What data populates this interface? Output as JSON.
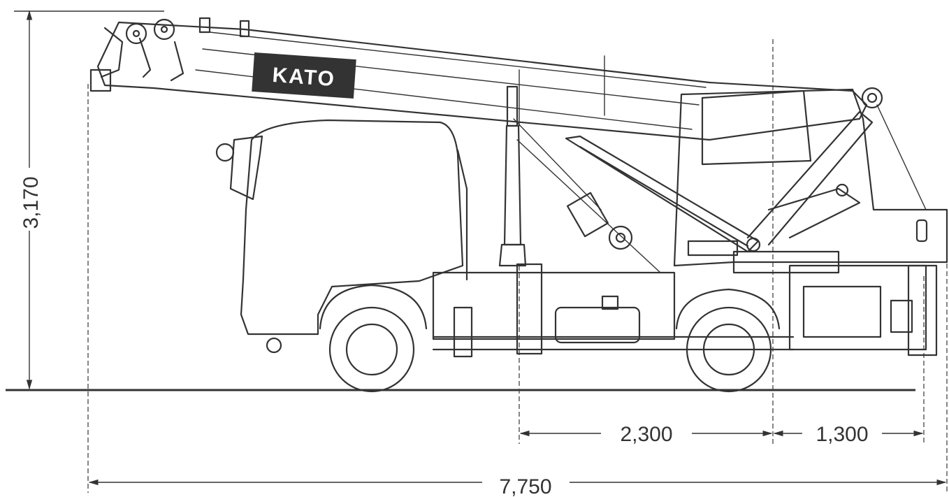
{
  "brand": {
    "logo_text": "KATO"
  },
  "dimensions": {
    "height": "3,170",
    "wheelbase": "2,300",
    "rear_overhang": "1,300",
    "overall_length": "7,750"
  }
}
